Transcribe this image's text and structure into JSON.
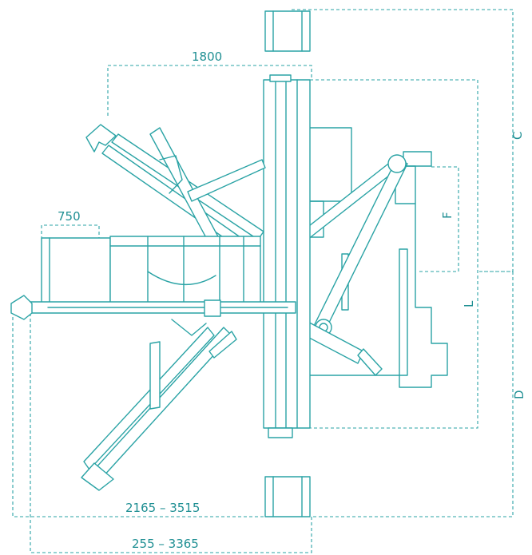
{
  "dimensions": {
    "width_top": "1800",
    "extension_left": "750",
    "range_lower": "2165 – 3515",
    "range_bottom": "255 – 3365",
    "label_c": "C",
    "label_f": "F",
    "label_l": "L",
    "label_d": "D"
  },
  "colors": {
    "line": "#2aa3a5",
    "text": "#1f8f93",
    "background": "#ffffff"
  }
}
